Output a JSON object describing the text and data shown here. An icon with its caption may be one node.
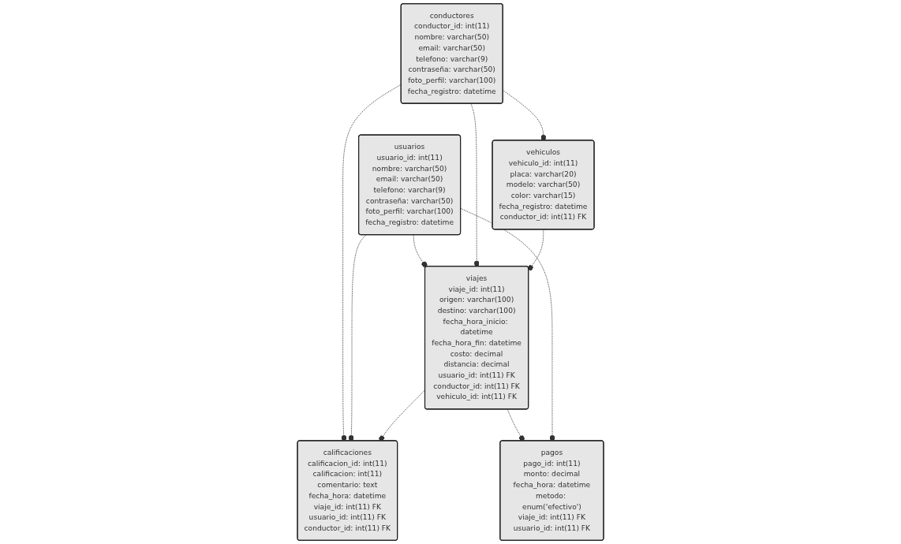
{
  "diagram": {
    "nodes": [
      {
        "text": [
          "calificaciones",
          "calificacion_id: int(11)",
          "calificacion: int(11)",
          "comentario: text",
          "fecha_hora: datetime",
          "viaje_id: int(11) FK",
          "usuario_id: int(11) FK",
          "conductor_id: int(11) FK"
        ]
      },
      {
        "text": [
          "pagos",
          "pago_id: int(11)",
          "monto: decimal",
          "fecha_hora: datetime",
          "metodo: enum('efectivo')",
          "viaje_id: int(11) FK",
          "usuario_id: int(11) FK"
        ]
      },
      {
        "text": [
          "conductores",
          "conductor_id: int(11)",
          "nombre: varchar(50)",
          "email: varchar(50)",
          "telefono: varchar(9)",
          "contraseña: varchar(50)",
          "foto_perfil: varchar(100)",
          "fecha_registro: datetime"
        ]
      },
      {
        "text": [
          "usuarios",
          "usuario_id: int(11)",
          "nombre: varchar(50)",
          "email: varchar(50)",
          "telefono: varchar(9)",
          "contraseña: varchar(50)",
          "foto_perfil: varchar(100)",
          "fecha_registro: datetime"
        ]
      },
      {
        "text": [
          "viajes",
          "viaje_id: int(11)",
          "origen: varchar(100)",
          "destino: varchar(100)",
          "fecha_hora_inicio: datetime",
          "fecha_hora_fin: datetime",
          "costo: decimal",
          "distancia: decimal",
          "usuario_id: int(11) FK",
          "conductor_id: int(11) FK",
          "vehiculo_id: int(11) FK"
        ]
      },
      {
        "text": [
          "vehiculos",
          "vehiculo_id: int(11)",
          "placa: varchar(20)",
          "modelo: varchar(50)",
          "color: varchar(15)",
          "fecha_registro: datetime",
          "conductor_id: int(11) FK"
        ]
      }
    ],
    "edges": [
      {
        "from": 2,
        "to": 0,
        "arrow": "other",
        "style": "dashed"
      },
      {
        "from": 3,
        "to": 0,
        "arrow": "other",
        "style": "dashed"
      },
      {
        "from": 4,
        "to": 0,
        "arrow": "other",
        "style": "dashed"
      },
      {
        "from": 4,
        "to": 1,
        "arrow": "other",
        "style": "dashed"
      },
      {
        "from": 3,
        "to": 1,
        "arrow": "other",
        "style": "dashed"
      },
      {
        "from": 3,
        "to": 4,
        "arrow": "other",
        "style": "dashed"
      },
      {
        "from": 2,
        "to": 4,
        "arrow": "other",
        "style": "dashed"
      },
      {
        "from": 5,
        "to": 4,
        "arrow": "other",
        "style": "dashed"
      },
      {
        "from": 2,
        "to": 5,
        "arrow": "other",
        "style": "dashed"
      }
    ]
  }
}
